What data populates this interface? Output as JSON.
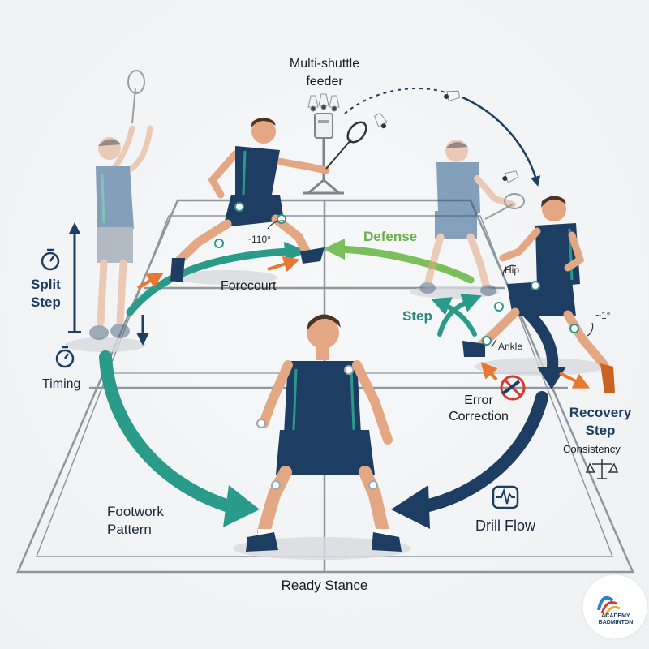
{
  "labels": {
    "feeder": [
      "Multi-shuttle",
      "feeder"
    ],
    "split_step": [
      "Split",
      "Step"
    ],
    "timing": "Timing",
    "forecourt": "Forecourt",
    "defense": "Defense",
    "step": "Step",
    "hip": "Hip",
    "ankle": "Ankle",
    "angle_front": "~110°",
    "angle_back": "~1°",
    "error_correction": [
      "Error",
      "Correction"
    ],
    "recovery_step": [
      "Recovery",
      "Step"
    ],
    "consistency": "Consistency",
    "footwork_pattern": [
      "Footwork",
      "Pattern"
    ],
    "drill_flow": "Drill Flow",
    "ready_stance": "Ready Stance",
    "logo": [
      "ACADEMY",
      "BADMINTON"
    ]
  },
  "colors": {
    "navy": "#1d3d63",
    "teal": "#2a9a8a",
    "green": "#7bbf5a",
    "orange": "#e8782f",
    "red": "#d63a2f",
    "court": "#8e969e",
    "skin": "#e3a883"
  },
  "icons": [
    "stopwatch-icon",
    "waveform-icon",
    "balance-scale-icon",
    "shuttlecock-icon",
    "no-entry-icon"
  ]
}
